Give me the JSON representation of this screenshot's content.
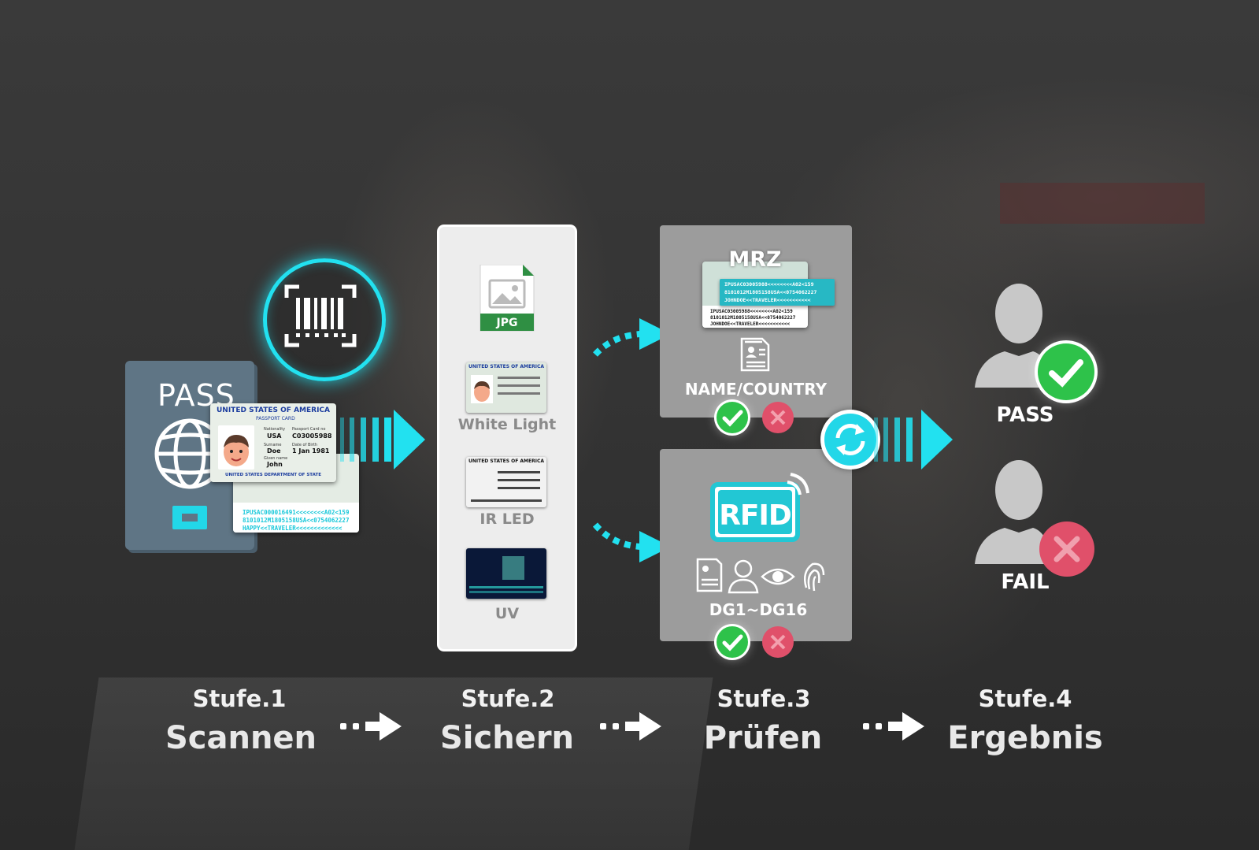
{
  "stage1": {
    "passport_label": "PASS",
    "card_title": "UNITED STATES OF AMERICA",
    "card_subtitle": "PASSPORT CARD",
    "nationality_label": "Nationality",
    "nationality": "USA",
    "card_no_label": "Passport Card no",
    "card_no": "C03005988",
    "surname_label": "Surname",
    "surname": "Doe",
    "dob_label": "Date of Birth",
    "dob": "1 Jan 1981",
    "given_label": "Given name",
    "given": "John",
    "card_footer": "UNITED STATES DEPARTMENT OF STATE",
    "mrz1": "IPUSAC000016491<<<<<<<<A02<159",
    "mrz2": "8101012M1805158USA<<0754062227",
    "mrz3": "HAPPY<<TRAVELER<<<<<<<<<<<<<"
  },
  "stage2": {
    "file_badge": "JPG",
    "white_light": "White Light",
    "ir_led": "IR LED",
    "uv": "UV"
  },
  "stage3": {
    "mrz_title": "MRZ",
    "mrz_line1": "IPUSAC03005988<<<<<<<<A02<159",
    "mrz_line2": "8101012M1805158USA<<0754062227",
    "mrz_line3": "JOHNDOE<<TRAVELER<<<<<<<<<<<",
    "name_country": "NAME/COUNTRY",
    "rfid_label": "RFID",
    "dg_range": "DG1~DG16"
  },
  "stage4": {
    "pass_label": "PASS",
    "fail_label": "FAIL"
  },
  "steps": [
    {
      "stufe": "Stufe.1",
      "name": "Scannen"
    },
    {
      "stufe": "Stufe.2",
      "name": "Sichern"
    },
    {
      "stufe": "Stufe.3",
      "name": "Prüfen"
    },
    {
      "stufe": "Stufe.4",
      "name": "Ergebnis"
    }
  ],
  "colors": {
    "accent": "#22e1f0",
    "ok": "#2ec24a",
    "fail": "#e0506a",
    "panel_gray": "#9c9c9c"
  }
}
